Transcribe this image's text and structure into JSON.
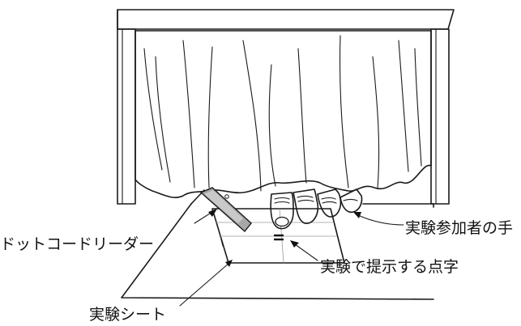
{
  "labels": {
    "reader": "ドットコードリーダー",
    "participant_hand": "実験参加者の手",
    "braille": "実験で提示する点字",
    "sheet": "実験シート"
  },
  "icons": [
    "curtain-icon",
    "frame-icon",
    "dot-code-reader-icon",
    "hand-icon",
    "braille-dots-icon",
    "sheet-icon"
  ]
}
